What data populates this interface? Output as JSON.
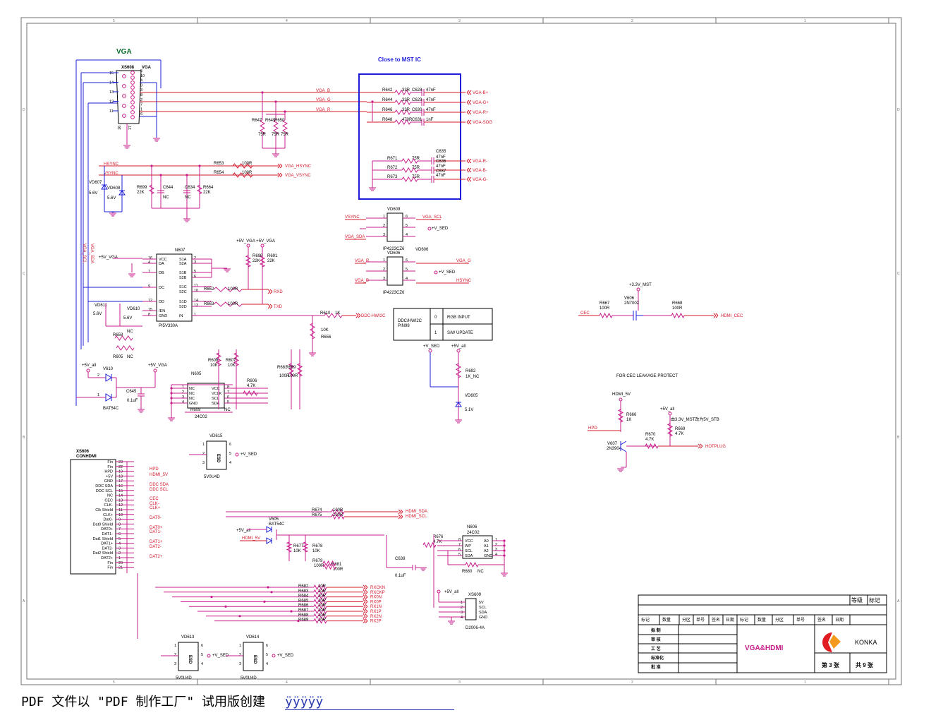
{
  "sheet_title": "VGA&HDMI",
  "section_vga": "VGA",
  "close_to_mst": "Close to MST IC",
  "frame_cols": [
    "5",
    "4",
    "3",
    "2",
    "1"
  ],
  "frame_rows": [
    "D",
    "C",
    "B",
    "A"
  ],
  "vga_conn": {
    "ref": "XS608",
    "name": "VGA",
    "pins_left": [
      "15",
      "14",
      "13",
      "12",
      "11"
    ],
    "pins_right": [
      "5",
      "10",
      "4",
      "9",
      "3",
      "8",
      "2",
      "7",
      "1",
      "6"
    ],
    "bottom": [
      "16",
      "17"
    ]
  },
  "vga_nets": [
    "VGA_B",
    "VGA_G",
    "VGA_R",
    "HSYNC",
    "VSYNC",
    "VGA_SCL",
    "VGA_SDA"
  ],
  "rgb_path": [
    {
      "r": "R642",
      "rv": "33R",
      "c": "C628",
      "cv": "47nF",
      "out": "VGA-B+"
    },
    {
      "r": "R644",
      "rv": "33R",
      "c": "C629",
      "cv": "47nF",
      "out": "VGA-G+"
    },
    {
      "r": "R646",
      "rv": "33R",
      "c": "C630",
      "cv": "47nF",
      "out": "VGA-R+"
    },
    {
      "r": "R648",
      "rv": "470R",
      "c": "C631",
      "cv": "1nF",
      "out": "VGA-SOG"
    }
  ],
  "neg_path": [
    {
      "r": "R671",
      "rv": "75R",
      "c": "C635",
      "cv": "47nF",
      "out": "VGA-R-"
    },
    {
      "r": "R672",
      "rv": "75R",
      "c": "C636",
      "cv": "47nF",
      "out": "VGA-B-"
    },
    {
      "r": "R673",
      "rv": "75R",
      "c": "C637",
      "cv": "47nF",
      "out": "VGA-G-"
    }
  ],
  "term_res": [
    {
      "r": "R647",
      "v": "75R"
    },
    {
      "r": "R649",
      "v": "75R"
    },
    {
      "r": "R650",
      "v": "75R"
    }
  ],
  "sync": [
    {
      "r": "R653",
      "v": "100R",
      "out": "VGA_HSYNC"
    },
    {
      "r": "R654",
      "v": "100R",
      "out": "VGA_VSYNC"
    }
  ],
  "sync_parts": {
    "r699": "R699",
    "r699v": "22K",
    "c644": "C644",
    "c644v": "NC",
    "c634": "C634",
    "c634v": "NC",
    "r664": "R664",
    "r664v": "22K",
    "vd607": "VD607",
    "vd607v": "5.6V",
    "vd608": "VD608",
    "vd608v": "5.6V"
  },
  "vd609": {
    "ref": "VD609",
    "part": "IP4223CZ6",
    "pins": [
      "1",
      "2",
      "3",
      "6",
      "5",
      "4"
    ],
    "nets": [
      "VSYNC",
      "VGA_SCL",
      "VGA_SDA",
      "+V_SED"
    ]
  },
  "vd606": {
    "ref": "VD606",
    "part": "IP4223CZ6",
    "pins": [
      "1",
      "2",
      "3",
      "6",
      "5",
      "4"
    ],
    "nets": [
      "VGA_R",
      "VGA_G",
      "VGA_B",
      "HSYNC",
      "+V_SED"
    ]
  },
  "n607": {
    "ref": "N607",
    "part": "PI5V330A",
    "pins_l": [
      "VCC",
      "DA",
      "DB",
      "DC",
      "DD",
      "/EN",
      "GND"
    ],
    "pins_l_no": [
      "16",
      "4",
      "7",
      "9",
      "12",
      "15",
      "8"
    ],
    "pins_r": [
      "S1A",
      "S2A",
      "S1B",
      "S2B",
      "S1C",
      "S2C",
      "S1D",
      "S2D",
      "IN"
    ],
    "pins_r_no": [
      "2",
      "3",
      "5",
      "6",
      "11",
      "10",
      "14",
      "13",
      "1"
    ]
  },
  "n607_misc": {
    "pwr": "+5V_VGA",
    "r652": "R652",
    "r652v": "100R",
    "r663": "R663",
    "r663v": "100R",
    "rxd": "RXD",
    "txd": "TXD",
    "r690": "R690",
    "r690v": "22K",
    "r691": "R691",
    "r691v": "22K",
    "pwr2": "+5V_VGA +5V_VGA",
    "vd611": "VD611",
    "vd611v": "5.6V",
    "vd610": "VD610",
    "vd610v": "5.6V",
    "r658": "R658",
    "r658v": "NC",
    "r605": "R605",
    "r605v": "NC"
  },
  "ddc": {
    "r610": "R610",
    "r610v": "1K",
    "net": "DDC-HWI2C",
    "r656": "R656",
    "r656v": "10K"
  },
  "ddc_table": {
    "label": "DDC/HWI2C PIN98",
    "rows": [
      [
        "0",
        "RGB INPUT"
      ],
      [
        "1",
        "S/W UPDATE"
      ]
    ]
  },
  "n605": {
    "ref": "N605",
    "part": "24C02",
    "pins_l": [
      "NC",
      "NC",
      "NC",
      "GND"
    ],
    "pins_r": [
      "VCC",
      "VCLK",
      "SCL",
      "SDA"
    ],
    "nums_l": [
      "1",
      "2",
      "3",
      "4"
    ],
    "nums_r": [
      "8",
      "7",
      "6",
      "5"
    ],
    "r606": "R606",
    "r606v": "4.7K",
    "r609": "R609",
    "r609v": "NC"
  },
  "v610": {
    "ref": "V610",
    "part": "BAT54C",
    "c645": "C645",
    "c645v": "0.1uF",
    "pwr1": "+5V_all",
    "pwr2": "+5V_VGA"
  },
  "vd605": {
    "ref": "VD605",
    "v": "5.1V",
    "r692": "R692",
    "r692v": "1K_NC",
    "pwr1": "+V_SED",
    "pwr2": "+5V_all"
  },
  "misc_res": [
    {
      "r": "R608",
      "v": "10K"
    },
    {
      "r": "R607",
      "v": "10K"
    },
    {
      "r": "R681",
      "v": "100R"
    },
    {
      "r": "R659",
      "v": "100R"
    }
  ],
  "cec": {
    "pwr": "+3.3V_MST",
    "q": "V606",
    "qp": "2N7002",
    "r667": "R667",
    "r667v": "100R",
    "r668": "R668",
    "r668v": "100R",
    "in": "CEC",
    "out": "HDMI_CEC"
  },
  "hpd": {
    "note": "FOR CEC LEAKAGE PROTECT",
    "pwr1": "HDMI_5V",
    "pwr2": "+5V_all",
    "r666": "R666",
    "r666v": "1K",
    "r669": "R669",
    "r669v": "4.7K",
    "r670": "R670",
    "r670v": "4.7K",
    "q": "V607",
    "qp": "2N3904",
    "in": "HPD",
    "out": "HOTPLUG",
    "note2": "由3.3V_MST改为5V_STB"
  },
  "hdmi_conn": {
    "ref": "XS606",
    "name": "CONHDMI",
    "labels": [
      "Fin",
      "Fin",
      "HPD",
      "+5V",
      "GND",
      "DDC SDA",
      "DDC SCL",
      "NC",
      "CEC",
      "CLK-",
      "Clk Shield",
      "CLK+",
      "Dat0-",
      "Dat0 Shield",
      "DAT0+",
      "DAT1-",
      "Dat1 Shield",
      "DAT1+",
      "DAT2-",
      "Dat2 Shield",
      "DAT2+",
      "Fin",
      "Fin"
    ],
    "nums": [
      "23",
      "22",
      "19",
      "18",
      "17",
      "16",
      "15",
      "14",
      "13",
      "12",
      "11",
      "10",
      "9",
      "8",
      "7",
      "6",
      "5",
      "4",
      "3",
      "2",
      "1",
      "20",
      "21"
    ]
  },
  "hdmi_nets": [
    "HPD",
    "HDMI_5V",
    "DDC SDA",
    "DDC SCL",
    "CEC",
    "CLK-",
    "CLK+",
    "DAT0-",
    "DAT0+",
    "DAT1-",
    "DAT1+",
    "DAT2-",
    "DAT2+"
  ],
  "esd_parts": [
    {
      "ref": "VD615",
      "part": "5V0U4D",
      "lbl": "ESD"
    },
    {
      "ref": "VD613",
      "part": "5V0U4D",
      "lbl": "ESD"
    },
    {
      "ref": "VD614",
      "part": "5V0U4D",
      "lbl": "ESD"
    }
  ],
  "esd_pins": [
    "1",
    "2",
    "3",
    "6",
    "5",
    "4"
  ],
  "vsed": "+V_SED",
  "hdmi_ddc": [
    {
      "r": "R674",
      "v": "100R",
      "out": "HDMI_SDA"
    },
    {
      "r": "R675",
      "v": "100R",
      "out": "HDMI_SCL"
    }
  ],
  "v605": {
    "ref": "V605",
    "part": "BAT54C",
    "pwr": "+5V_all",
    "in": "HDMI_5V",
    "r677": "R677",
    "r677v": "10K",
    "r678": "R678",
    "r678v": "10K",
    "r679": "R679",
    "r679v": "100R",
    "r681": "R681",
    "r681v": "100R",
    "r676": "R676",
    "r676v": "4.7K",
    "c638": "C638",
    "c638v": "0.1uF"
  },
  "n606": {
    "ref": "N606",
    "part": "24C02",
    "pins_l": [
      "VCC",
      "WP",
      "SCL",
      "SDA"
    ],
    "nums_l": [
      "8",
      "7",
      "6",
      "5"
    ],
    "pins_r": [
      "A0",
      "A1",
      "A2",
      "GND"
    ],
    "nums_r": [
      "1",
      "2",
      "3",
      "4"
    ],
    "r680": "R680",
    "r680v": "NC"
  },
  "tmds": [
    {
      "r": "R682",
      "v": "10R",
      "out": "RXCKN"
    },
    {
      "r": "R683",
      "v": "10R",
      "out": "RXCKP"
    },
    {
      "r": "R684",
      "v": "10R",
      "out": "RX0N"
    },
    {
      "r": "R685",
      "v": "10R",
      "out": "RX0P"
    },
    {
      "r": "R686",
      "v": "10R",
      "out": "RX1N"
    },
    {
      "r": "R687",
      "v": "10R",
      "out": "RX1P"
    },
    {
      "r": "R688",
      "v": "10R",
      "out": "RX2N"
    },
    {
      "r": "R689",
      "v": "10R",
      "out": "RX2P"
    }
  ],
  "xs609": {
    "ref": "XS609",
    "part": "D2006-4A",
    "pwr": "+5V_all",
    "pins": [
      "1",
      "2",
      "3",
      "4"
    ],
    "labels": [
      "5V",
      "SCL",
      "SDA",
      "GND"
    ]
  },
  "title_block": {
    "hdr_right": [
      "等级",
      "标记"
    ],
    "row_labels": [
      "标记",
      "数量",
      "分区",
      "单号",
      "签名",
      "日期",
      "标记",
      "数量",
      "分区",
      "单号",
      "签名",
      "日期"
    ],
    "roles": [
      "拟 制",
      "审 核",
      "工 艺",
      "标准化",
      "批 准"
    ],
    "brand": "KONKA",
    "sheet_no": "第 3 张",
    "sheet_total": "共 9 张"
  },
  "footer": {
    "text": "PDF 文件以 \"PDF 制作工厂\" 试用版创建",
    "tail": "ÿÿÿÿÿ"
  },
  "colors": {
    "wire": "#1b1bd8",
    "net": "#d4182a",
    "pin": "#c81c8c",
    "text": "#000000",
    "frame": "#808080",
    "title": "#0a6b2a"
  }
}
